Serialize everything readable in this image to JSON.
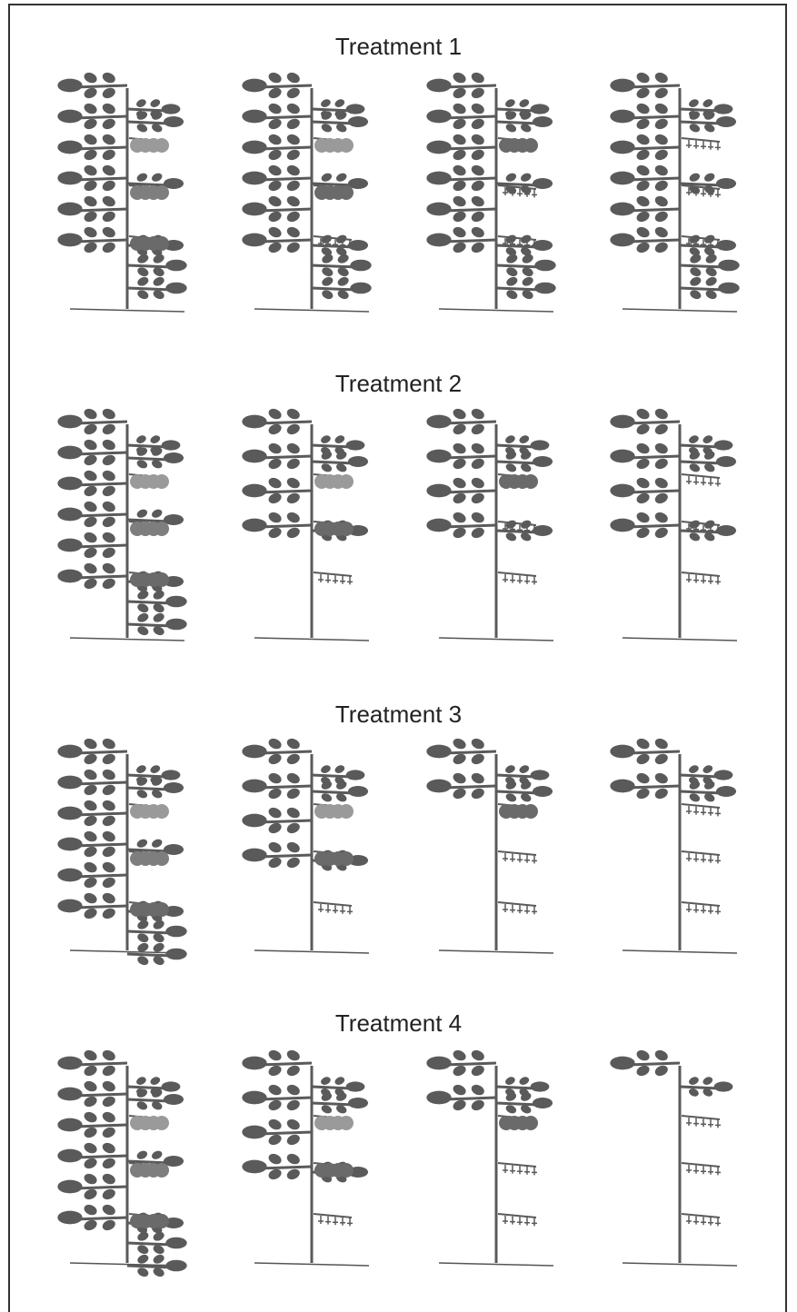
{
  "colors": {
    "foliage": "#5a5a5a",
    "stem": "#5a5a5a",
    "fruit_ripe": "#6a6a6a",
    "fruit_mid": "#7e7e7e",
    "fruit_unripe": "#9a9a9a",
    "ground": "#555555"
  },
  "treatments": [
    {
      "label": "Treatment 1",
      "plants": [
        {
          "leaves": 6,
          "fruit": [
            [
              "light",
              "mid",
              "dark"
            ]
          ]
        },
        {
          "leaves": 6,
          "fruit": [
            [
              "light",
              "dark",
              "flower"
            ]
          ]
        },
        {
          "leaves": 6,
          "fruit": [
            [
              "dark",
              "flower",
              "flower"
            ]
          ]
        },
        {
          "leaves": 6,
          "fruit": [
            [
              "flower",
              "flower",
              "flower"
            ]
          ]
        }
      ]
    },
    {
      "label": "Treatment 2",
      "plants": [
        {
          "leaves": 6,
          "fruit": [
            [
              "light",
              "mid",
              "dark"
            ]
          ]
        },
        {
          "leaves": 4,
          "fruit": [
            [
              "light",
              "dark",
              "flower"
            ]
          ]
        },
        {
          "leaves": 4,
          "fruit": [
            [
              "dark",
              "flower",
              "flower"
            ]
          ]
        },
        {
          "leaves": 4,
          "fruit": [
            [
              "flower",
              "flower",
              "flower"
            ]
          ]
        }
      ]
    },
    {
      "label": "Treatment 3",
      "plants": [
        {
          "leaves": 6,
          "fruit": [
            [
              "light",
              "mid",
              "dark"
            ]
          ]
        },
        {
          "leaves": 4,
          "fruit": [
            [
              "light",
              "dark",
              "flower"
            ]
          ]
        },
        {
          "leaves": 2,
          "fruit": [
            [
              "dark",
              "flower",
              "flower"
            ]
          ]
        },
        {
          "leaves": 2,
          "fruit": [
            [
              "flower",
              "flower",
              "flower"
            ]
          ]
        }
      ]
    },
    {
      "label": "Treatment 4",
      "plants": [
        {
          "leaves": 6,
          "fruit": [
            [
              "light",
              "mid",
              "dark"
            ]
          ]
        },
        {
          "leaves": 4,
          "fruit": [
            [
              "light",
              "dark",
              "flower"
            ]
          ]
        },
        {
          "leaves": 2,
          "fruit": [
            [
              "dark",
              "flower",
              "flower"
            ]
          ]
        },
        {
          "leaves": 1,
          "fruit": [
            [
              "flower",
              "flower",
              "flower"
            ]
          ]
        }
      ]
    }
  ]
}
